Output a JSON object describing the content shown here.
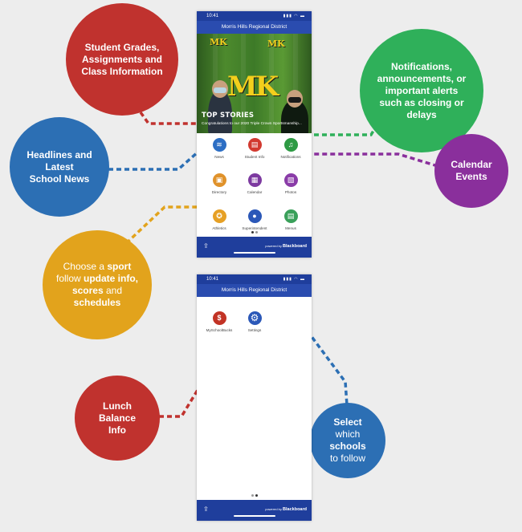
{
  "phones": {
    "top": {
      "time": "10:41",
      "status_icons": "▮▮▮ ◠ ▬",
      "title": "Morris Hills Regional District",
      "hero_logo": "MK",
      "hero_heading": "TOP STORIES",
      "hero_caption": "Congratulations to our 2020 Triple Crown Sportsmanship...",
      "tiles": [
        {
          "label": "News",
          "icon": "waves-icon",
          "glyph": "≋",
          "color": "#2c6ec4"
        },
        {
          "label": "Student Info",
          "icon": "id-card-icon",
          "glyph": "▤",
          "color": "#d23a30"
        },
        {
          "label": "Notifications",
          "icon": "bell-icon",
          "glyph": "♫",
          "color": "#2e9a44"
        },
        {
          "label": "Directory",
          "icon": "book-icon",
          "glyph": "▣",
          "color": "#e0922b"
        },
        {
          "label": "Calendar",
          "icon": "calendar-icon",
          "glyph": "▦",
          "color": "#7d3aa0"
        },
        {
          "label": "Photos",
          "icon": "photo-icon",
          "glyph": "▧",
          "color": "#8a3ca8"
        },
        {
          "label": "Athletics",
          "icon": "medal-icon",
          "glyph": "✪",
          "color": "#e6a025"
        },
        {
          "label": "Superintendent",
          "icon": "person-icon",
          "glyph": "●",
          "color": "#2b58b8"
        },
        {
          "label": "Menus",
          "icon": "menu-icon",
          "glyph": "▤",
          "color": "#3aa05a"
        }
      ],
      "powered_by": "powered by",
      "brand": "Blackboard"
    },
    "bottom": {
      "time": "10:41",
      "status_icons": "▮▮▮ ◠ ▬",
      "title": "Morris Hills Regional District",
      "tiles": [
        {
          "label": "MySchoolBucks",
          "icon": "myschoolbucks-icon",
          "glyph": "$",
          "color": "#c23325"
        },
        {
          "label": "Settings",
          "icon": "gear-icon",
          "glyph": "⚙",
          "color": "#2b58b8"
        }
      ],
      "powered_by": "powered by",
      "brand": "Blackboard"
    }
  },
  "callouts": {
    "grades": {
      "lines": [
        "Student Grades,",
        "Assignments and",
        "Class Information"
      ],
      "color": "#c0322e"
    },
    "notifications": {
      "lines": [
        "Notifications,",
        "announcements, or",
        "important alerts",
        "such as closing or",
        "delays"
      ],
      "color": "#2fb05a"
    },
    "headlines": {
      "lines": [
        "Headlines and",
        "Latest",
        "School News"
      ],
      "color": "#2c6fb4"
    },
    "calendar": {
      "lines": [
        "Calendar",
        "Events"
      ],
      "color": "#8a2f9c"
    },
    "sport": {
      "line1_a": "Choose a ",
      "line1_b": "sport",
      "line2_a": "follow ",
      "line2_b": "update info,",
      "line3_a": "scores",
      "line3_b": " and",
      "line4": "schedules",
      "color": "#e2a31c"
    },
    "lunch": {
      "lines": [
        "Lunch",
        "Balance",
        "Info"
      ],
      "color": "#c0322e"
    },
    "schools": {
      "line1": "Select",
      "line2": "which",
      "line3": "schools",
      "line4": "to follow",
      "color": "#2c6fb4"
    }
  }
}
